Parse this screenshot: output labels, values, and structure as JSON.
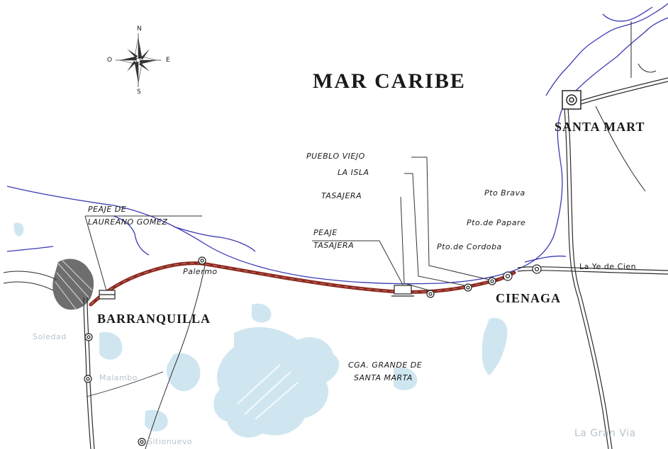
{
  "map": {
    "sea_name": "MAR CARIBE",
    "lagoon_name_line1": "CGA. GRANDE DE",
    "lagoon_name_line2": "SANTA MARTA",
    "compass": {
      "north": "N",
      "south": "S",
      "east": "E",
      "west": "O"
    },
    "cities": {
      "barranquilla": "BARRANQUILLA",
      "cienaga": "CIENAGA",
      "santa_marta": "SANTA MART"
    },
    "places": {
      "palermo": "Palermo",
      "soledad": "Soledad",
      "malambo": "Malambo",
      "sitionuevo": "Sitionuevo",
      "pto_brava": "Pto Brava",
      "pto_papare": "Pto.de Papare",
      "pto_cordoba": "Pto.de Cordoba",
      "ye_cienaga": "La Ye de Cien",
      "gran_via": "La Gran Via"
    },
    "callouts": {
      "peaje_laureano_line1": "PEAJE DE",
      "peaje_laureano_line2": "LAUREANO GOMEZ",
      "peaje_tasajera_line1": "PEAJE",
      "peaje_tasajera_line2": "TASAJERA",
      "pueblo_viejo": "PUEBLO VIEJO",
      "la_isla": "LA ISLA",
      "tasajera": "TASAJERA"
    },
    "colors": {
      "route": "#8b2b22",
      "water": "#cfe6f1",
      "coast": "#3b3bb5",
      "road": "#2a2a2a"
    }
  }
}
